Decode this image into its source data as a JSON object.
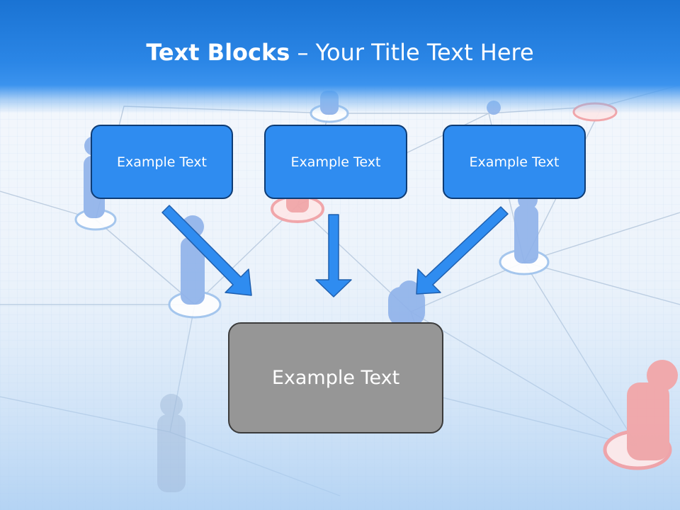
{
  "title": {
    "bold": "Text Blocks",
    "rest": " – Your Title Text Here"
  },
  "blocks": [
    "Example Text",
    "Example Text",
    "Example Text"
  ],
  "result": "Example Text",
  "colors": {
    "header": "#1f78d6",
    "box_fill": "#2f8cf0",
    "box_border": "#0e3c75",
    "result_fill": "#969696",
    "arrow": "#2f8cf0"
  }
}
